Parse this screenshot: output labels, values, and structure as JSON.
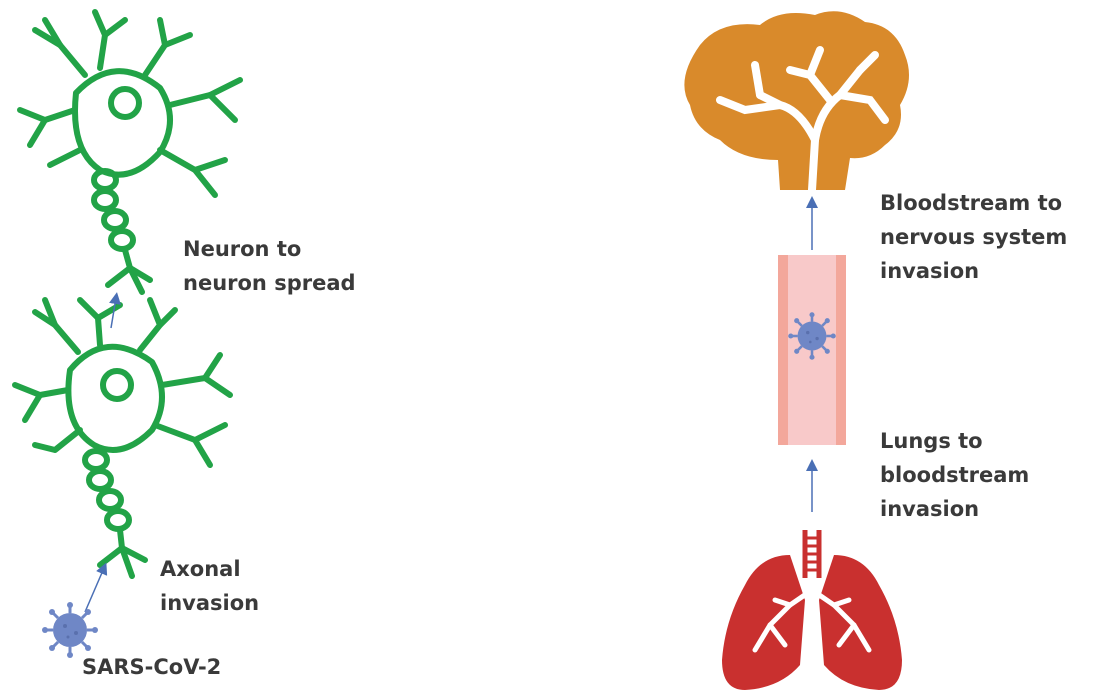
{
  "labels": {
    "virus": "SARS-CoV-2",
    "axonal": [
      "Axonal",
      "invasion"
    ],
    "neuron_spread": [
      "Neuron to",
      "neuron spread"
    ],
    "bloodstream_ns": [
      "Bloodstream to",
      "nervous system",
      "invasion"
    ],
    "lungs_bloodstream": [
      "Lungs to",
      "bloodstream",
      "invasion"
    ]
  },
  "colors": {
    "neuron": "#22a347",
    "brain": "#d98a2b",
    "lungs": "#c9302f",
    "vessel": "#f8c9c9",
    "vessel_wall": "#f3a79b",
    "virus": "#6f87c6",
    "arrow": "#4a6fb5",
    "text": "#3a3a3a"
  },
  "icons": [
    "neuron-icon",
    "virus-icon",
    "brain-icon",
    "blood-vessel-icon",
    "lungs-icon",
    "arrow-icon"
  ]
}
